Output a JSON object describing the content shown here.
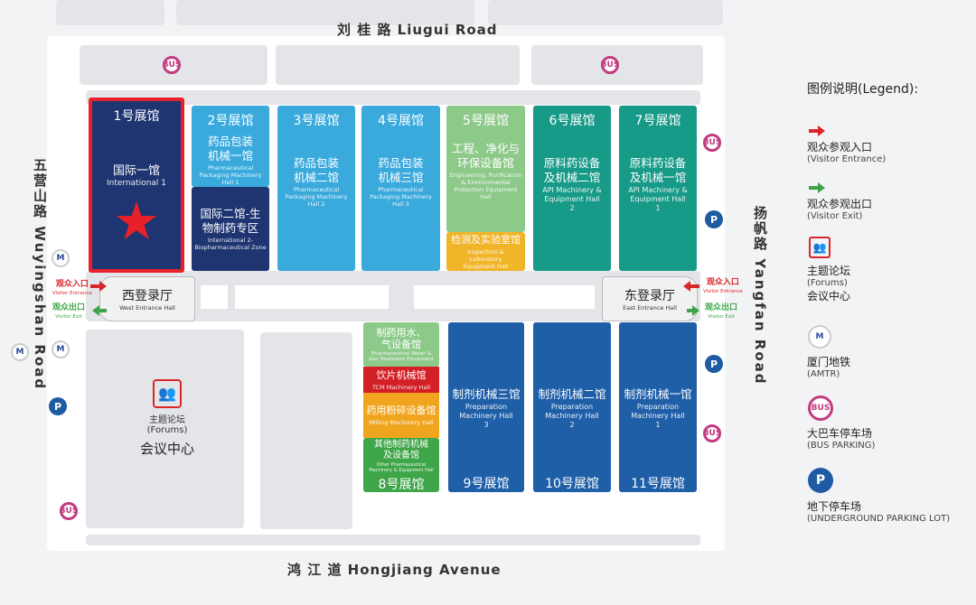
{
  "roads": {
    "north": "刘 桂 路  Liugui Road",
    "south": "鸿 江 道 Hongjiang Avenue",
    "west": "五营山路 Wuyingshan Road",
    "east": "扬帆路 Yangfan Road"
  },
  "halls": {
    "h1": {
      "num": "1号展馆",
      "cn": "国际一馆",
      "en": "International 1"
    },
    "h2a": {
      "num": "2号展馆",
      "cn": "药品包装机械一馆",
      "en": "Pharmaceutical Packaging Machinery Hall 1"
    },
    "h2b": {
      "cn": "国际二馆-生物制药专区",
      "en": "International 2-Biopharmaceutical Zone"
    },
    "h3": {
      "num": "3号展馆",
      "cn": "药品包装机械二馆",
      "en": "Pharmaceutical Packaging Machinery Hall 2"
    },
    "h4": {
      "num": "4号展馆",
      "cn": "药品包装机械三馆",
      "en": "Pharmaceutical Packaging Machinery Hall 3"
    },
    "h5a": {
      "num": "5号展馆",
      "cn": "工程、净化与环保设备馆",
      "en": "Engineering, Purification & Environmental Protection Equipment Hall"
    },
    "h5b": {
      "cn": "检测及实验室馆",
      "en": "Inspection & Laboratory Equipment Hall"
    },
    "h6": {
      "num": "6号展馆",
      "cn": "原料药设备及机械二馆",
      "en": "API Machinery & Equipment Hall 2"
    },
    "h7": {
      "num": "7号展馆",
      "cn": "原料药设备及机械一馆",
      "en": "API Machinery & Equipment Hall 1"
    },
    "h8a": {
      "cn": "制药用水、气设备馆",
      "en": "Pharmaceutical Water & Gas Treatment Equipment"
    },
    "h8b": {
      "cn": "饮片机械馆",
      "en": "TCM Machinery Hall"
    },
    "h8c": {
      "cn": "药用粉碎设备馆",
      "en": "Milling Machinery Hall"
    },
    "h8d": {
      "cn": "其他制药机械及设备馆",
      "en": "Other Pharmaceutical Machinery & Equipment Hall",
      "num": "8号展馆"
    },
    "h9": {
      "num": "9号展馆",
      "cn": "制剂机械三馆",
      "en": "Preparation Machinery Hall 3"
    },
    "h10": {
      "num": "10号展馆",
      "cn": "制剂机械二馆",
      "en": "Preparation Machinery Hall 2"
    },
    "h11": {
      "num": "11号展馆",
      "cn": "制剂机械一馆",
      "en": "Preparation Machinery Hall 1"
    }
  },
  "entrances": {
    "west": {
      "cn": "西登录厅",
      "en": "West Entrance Hall"
    },
    "east": {
      "cn": "东登录厅",
      "en": "East Entrance Hall"
    },
    "in": {
      "cn": "观众入口",
      "en": "Visitor Entrance"
    },
    "out": {
      "cn": "观众出口",
      "en": "Visitor Exit"
    }
  },
  "forums": {
    "cn": "主题论坛",
    "en": "(Forums)",
    "center": "会议中心"
  },
  "icons": {
    "parking": "P",
    "metro": "M",
    "bus": "BUS"
  },
  "legend": {
    "title": "图例说明(Legend):",
    "items": [
      {
        "cn": "观众参观入口",
        "en": "(Visitor Entrance)"
      },
      {
        "cn": "观众参观出口",
        "en": "(Visitor Exit)"
      },
      {
        "cn": "主题论坛",
        "en": "(Forums)",
        "cn2": "会议中心"
      },
      {
        "cn": "厦门地铁",
        "en": "(AMTR)"
      },
      {
        "cn": "大巴车停车场",
        "en": "(BUS PARKING)"
      },
      {
        "cn": "地下停车场",
        "en": "(UNDERGROUND PARKING LOT)"
      }
    ]
  },
  "colors": {
    "navy": "#1e3571",
    "sky": "#3aa9dc",
    "green": "#8dca8a",
    "teal": "#179a88",
    "blue": "#1f5fa8",
    "highlight": "#e8202a"
  }
}
